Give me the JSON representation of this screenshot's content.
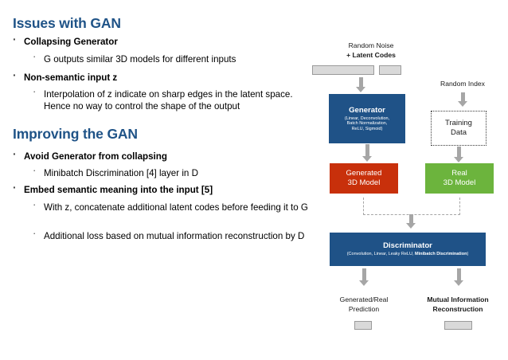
{
  "slide": {
    "sections": [
      {
        "heading": "Issues with GAN",
        "bullets": [
          {
            "level": 1,
            "text": "Collapsing Generator"
          },
          {
            "level": 2,
            "text": "G outputs similar 3D models for different inputs"
          },
          {
            "level": 1,
            "text": "Non-semantic input z"
          },
          {
            "level": 2,
            "text": "Interpolation of z indicate on sharp edges in the latent space. Hence no way to control the shape of the output"
          }
        ]
      },
      {
        "heading": "Improving the GAN",
        "bullets": [
          {
            "level": 1,
            "text": "Avoid Generator from collapsing"
          },
          {
            "level": 2,
            "text": "Minibatch Discrimination [4] layer in D"
          },
          {
            "level": 1,
            "text": "Embed semantic meaning into the input [5]"
          },
          {
            "level": 2,
            "text": "With z, concatenate additional latent codes before feeding it to G"
          },
          {
            "level": 2,
            "text": "Additional loss based on mutual information reconstruction by D"
          }
        ]
      }
    ]
  },
  "diagram": {
    "labels": {
      "random_noise": "Random Noise",
      "latent_codes": "+ Latent Codes",
      "random_index": "Random Index",
      "generated_real_prediction_l1": "Generated/Real",
      "generated_real_prediction_l2": "Prediction",
      "mutual_info_l1": "Mutual Information",
      "mutual_info_l2": "Reconstruction"
    },
    "nodes": {
      "generator": {
        "title": "Generator",
        "subtitle_l1": "(Linear, Deconvolution,",
        "subtitle_l2": "Batch Normalization,",
        "subtitle_l3": "ReLU, Sigmoid)"
      },
      "training_data": {
        "title_l1": "Training",
        "title_l2": "Data"
      },
      "generated_model": {
        "title_l1": "Generated",
        "title_l2": "3D Model"
      },
      "real_model": {
        "title_l1": "Real",
        "title_l2": "3D Model"
      },
      "discriminator": {
        "title": "Discriminator",
        "subtitle_prefix": "(Convolution, Linear, Leaky ReLU, ",
        "subtitle_bold": "Minibatch Discrimination",
        "subtitle_suffix": ")"
      }
    },
    "colors": {
      "blue": "#1F5287",
      "red": "#C8300B",
      "green": "#6CB43D",
      "arrow_gray": "#A6A6A6",
      "input_fill": "#D9D9D9",
      "input_stroke": "#9A9A9A",
      "heading_blue": "#1F5387"
    }
  }
}
